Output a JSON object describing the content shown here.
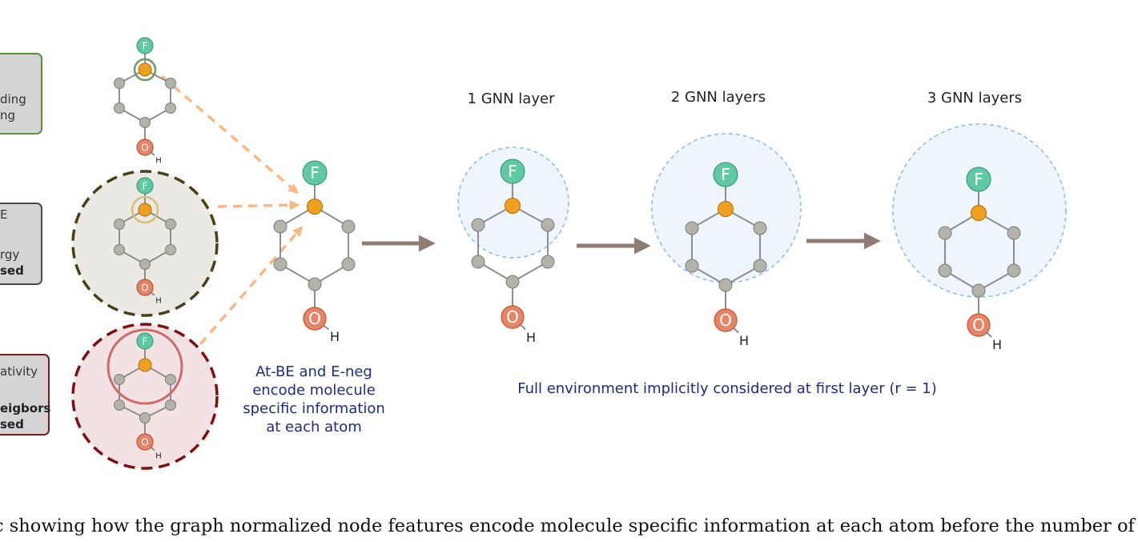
{
  "colors": {
    "fluorine": "#5ec9a3",
    "carbon_focus": "#f0a020",
    "oxygen": "#e58466",
    "carbon": "#b3b3aa",
    "bond": "#8e8e8e",
    "arrow": "#8f7b71",
    "dash_arrow": "#f9b884",
    "blue_text": "#1f2a86",
    "halo_fill": "#eef5fc",
    "halo_stroke": "#8ec0e2",
    "box_green": "#5b8f3e",
    "box_dark": "#4a4a4a",
    "box_red": "#7a1a1a",
    "circle_olive": "#4a4018",
    "circle_maroon": "#7d1014"
  },
  "atoms": {
    "fluorine": "F",
    "oxygen": "O",
    "hydrogen": "H"
  },
  "left_boxes": [
    {
      "lines": [
        "ding",
        "ng"
      ],
      "bold": []
    },
    {
      "lines": [
        "E",
        "rgy"
      ],
      "bold": [
        "sed"
      ]
    },
    {
      "lines": [
        "ativity"
      ],
      "bold": [
        "eigbors",
        "sed"
      ]
    }
  ],
  "central_note": [
    "At-BE and E-neg",
    "encode molecule",
    "specific information",
    "at each atom"
  ],
  "gnn_layers": [
    "1 GNN layer",
    "2 GNN layers",
    "3 GNN layers"
  ],
  "full_env_note": "Full environment implicitly considered at first layer (r = 1)",
  "caption": "c showing how the graph normalized node features encode molecule specific information at each atom before the number of"
}
